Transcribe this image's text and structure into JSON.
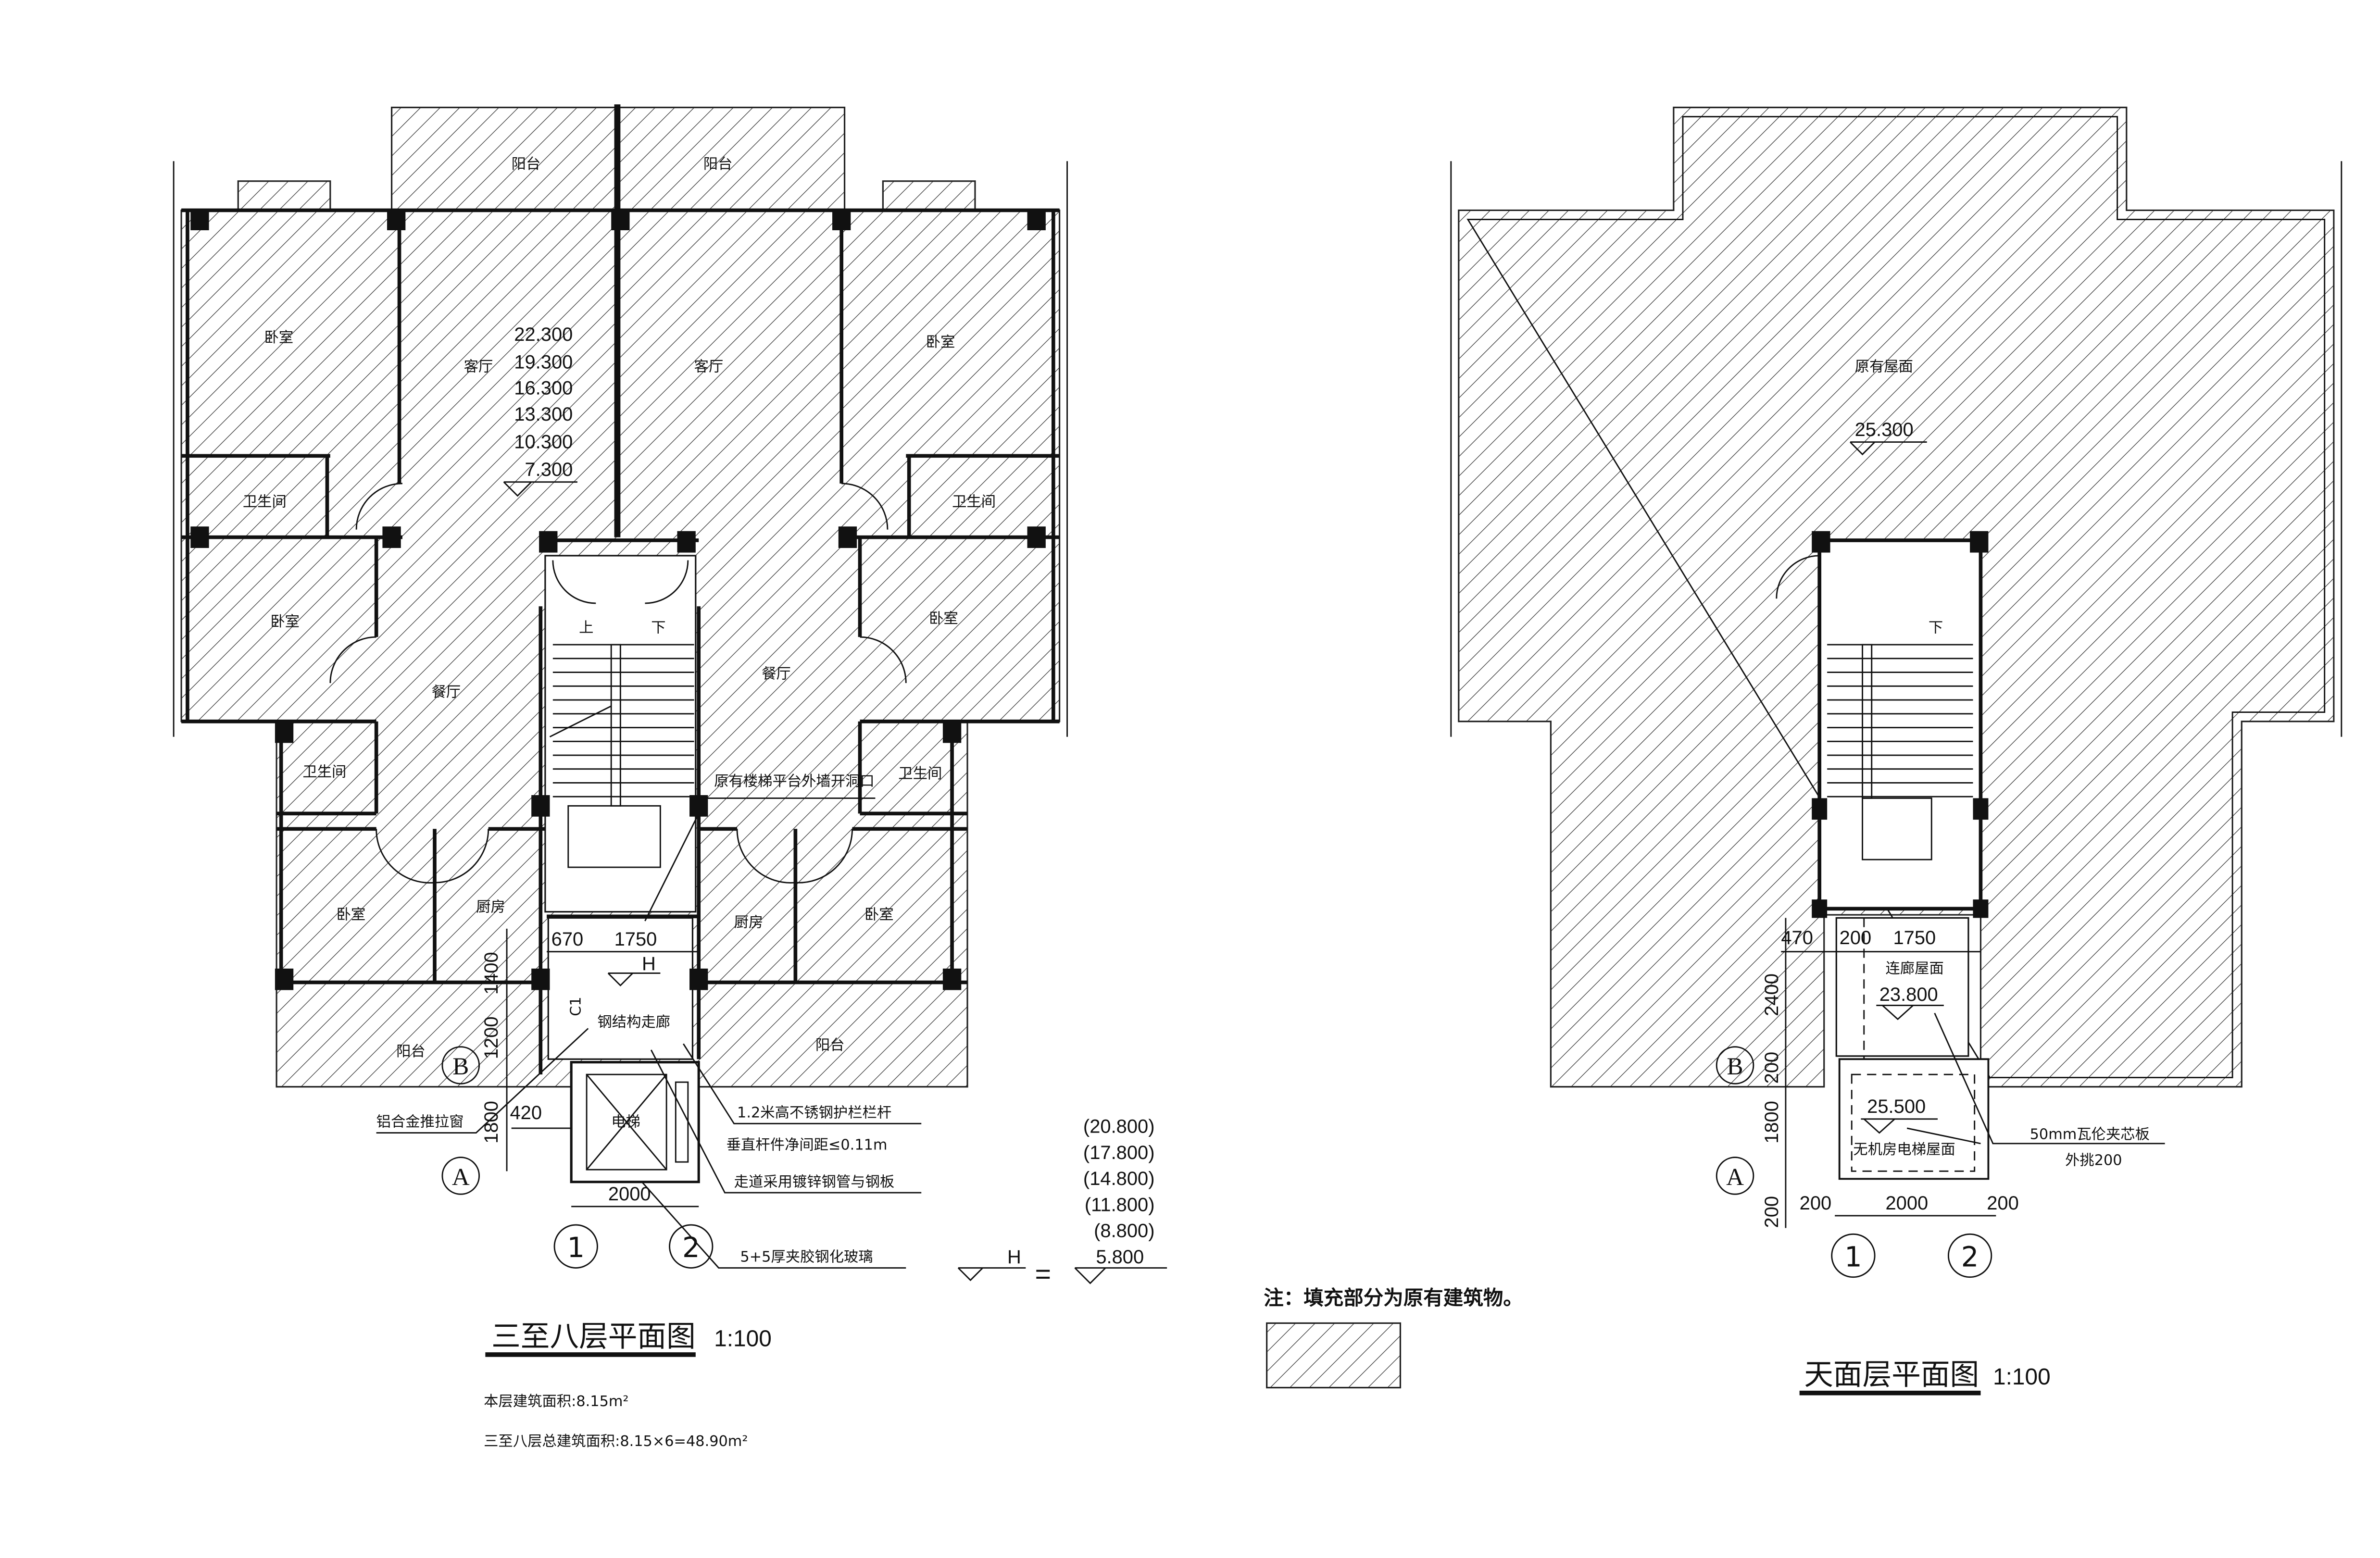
{
  "left_plan": {
    "title": "三至八层平面图",
    "scale": "1:100",
    "area_this_floor": "本层建筑面积:8.15m²",
    "area_total": "三至八层总建筑面积:8.15×6=48.90m²",
    "rooms": {
      "balcony_top_left": "阳台",
      "balcony_top_right": "阳台",
      "bedroom_1": "卧室",
      "living_left": "客厅",
      "living_right": "客厅",
      "bedroom_2": "卧室",
      "bath_1": "卫生间",
      "bath_2": "卫生间",
      "bedroom_3": "卧室",
      "bedroom_4": "卧室",
      "dining_left": "餐厅",
      "dining_right": "餐厅",
      "bath_3": "卫生间",
      "bath_4": "卫生间",
      "bedroom_5": "卧室",
      "kitchen_left": "厨房",
      "kitchen_right": "厨房",
      "bedroom_6": "卧室",
      "balcony_bottom_left": "阳台",
      "balcony_bottom_right": "阳台",
      "corridor": "钢结构走廊",
      "elevator": "电梯",
      "stair_up": "上",
      "stair_down": "下"
    },
    "level_stack": [
      "22.300",
      "19.300",
      "16.300",
      "13.300",
      "10.300",
      "7.300"
    ],
    "notes": {
      "opening": "原有楼梯平台外墙开洞口",
      "window": "铝合金推拉窗",
      "railing": "1.2米高不锈钢护栏栏杆",
      "spacing": "垂直杆件净间距≤0.11m",
      "walkway": "走道采用镀锌钢管与钢板",
      "glass": "5+5厚夹胶钢化玻璃",
      "c1": "C1"
    },
    "dims": {
      "d670": "670",
      "d1750": "1750",
      "d1400": "1400",
      "d1200": "1200",
      "d1800": "1800",
      "d420": "420",
      "d2000": "2000"
    },
    "level_H": "H",
    "axes": {
      "a": "A",
      "b": "B",
      "one": "1",
      "two": "2"
    },
    "h_legend": {
      "label": "H",
      "equals": "=",
      "values": [
        "(20.800)",
        "(17.800)",
        "(14.800)",
        "(11.800)",
        "(8.800)",
        "5.800"
      ]
    }
  },
  "legend_note": {
    "text": "注：填充部分为原有建筑物。"
  },
  "right_plan": {
    "title": "天面层平面图",
    "scale": "1:100",
    "roof_label": "原有屋面",
    "roof_level": "25.300",
    "stair_down": "下",
    "corridor_roof": "连廊屋面",
    "corridor_level": "23.800",
    "elevator_level": "25.500",
    "elevator_roof": "无机房电梯屋面",
    "panel_note": "50mm瓦伦夹芯板",
    "panel_note2": "外挑200",
    "dims": {
      "d470": "470",
      "d200a": "200",
      "d1750": "1750",
      "d2400": "2400",
      "d200b": "200",
      "d1800": "1800",
      "d200c": "200",
      "d200d": "200",
      "d2000": "2000",
      "d200e": "200"
    },
    "axes": {
      "a": "A",
      "b": "B",
      "one": "1",
      "two": "2"
    }
  }
}
